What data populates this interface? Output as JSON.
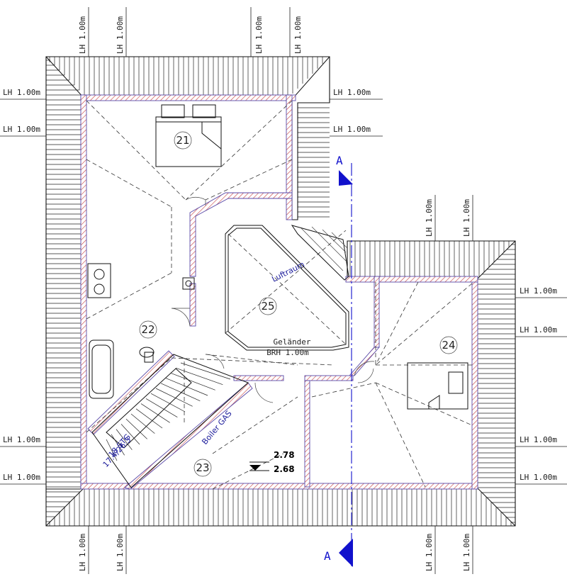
{
  "lh_label": "LH 1.00m",
  "rooms": {
    "r21": "21",
    "r22": "22",
    "r23": "23",
    "r24": "24",
    "r25": "25"
  },
  "luftraum": "Luftraum",
  "gelaender": "Geländer",
  "brh": "BRH 1.00m",
  "stairs": {
    "steps": "18 STG",
    "dims": "17.4/26.3"
  },
  "gas": "Boiler GAS",
  "elevations": [
    "2.78",
    "2.68"
  ],
  "section_marker": "A",
  "colors": {
    "line": "#111111",
    "wall_hatch": "#c84a4a",
    "wall_edge": "#5a4aa8",
    "section": "#1111cc"
  }
}
